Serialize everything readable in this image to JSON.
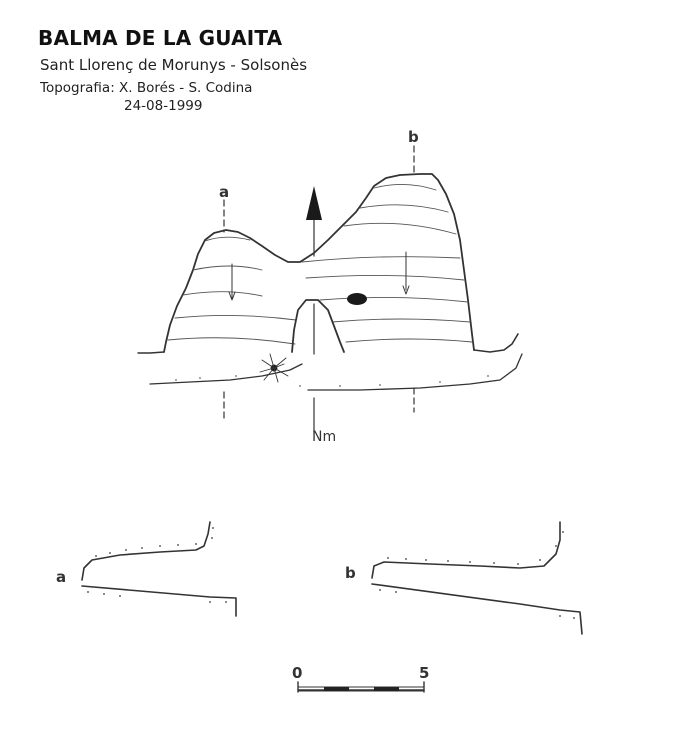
{
  "header": {
    "title": "BALMA DE LA GUAITA",
    "location": "Sant Llorenç de Morunys - Solsonès",
    "authors": "Topografia: X. Borés - S. Codina",
    "date": "24-08-1999"
  },
  "plan": {
    "section_a_label": "a",
    "section_b_label": "b",
    "north_label": "Nm"
  },
  "sections": {
    "a_label": "a",
    "b_label": "b"
  },
  "scale": {
    "start_label": "0",
    "end_label": "5"
  }
}
